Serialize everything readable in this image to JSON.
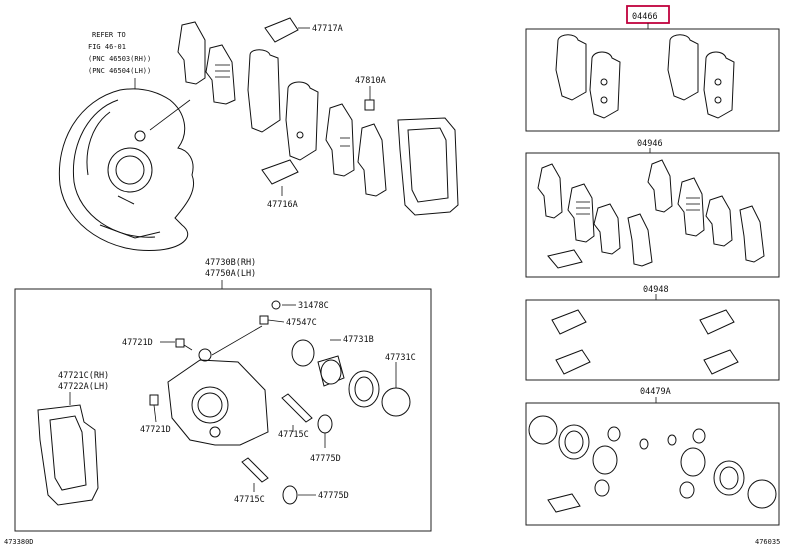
{
  "highlight_color": "#c0003c",
  "ref_note": {
    "line1": "REFER TO",
    "line2": "FIG 46-01",
    "line3": "(PNC 46503(RH))",
    "line4": "(PNC 46504(LH))"
  },
  "parts": {
    "p47717A": "47717A",
    "p47810A": "47810A",
    "p47716A": "47716A",
    "p47730B": "47730B(RH)",
    "p47750A": "47750A(LH)",
    "p31478C": "31478C",
    "p47547C": "47547C",
    "p47721D_top": "47721D",
    "p47731B": "47731B",
    "p47731C": "47731C",
    "p47721C": "47721C(RH)",
    "p47722A": "47722A(LH)",
    "p47721D_bot": "47721D",
    "p47715C_top": "47715C",
    "p47775D_top": "47775D",
    "p47715C_bot": "47715C",
    "p47775D_bot": "47775D"
  },
  "kits": {
    "k04466": "04466",
    "k04946": "04946",
    "k04948": "04948",
    "k04479A": "04479A"
  },
  "footer": {
    "left": "473380D",
    "right": "476035"
  }
}
